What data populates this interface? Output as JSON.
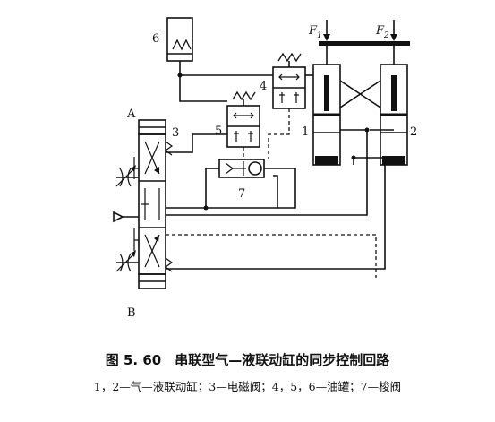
{
  "figure": {
    "labels": {
      "item1": "1",
      "item2": "2",
      "item3": "3",
      "item4": "4",
      "item5": "5",
      "item6": "6",
      "item7": "7",
      "port_a": "A",
      "port_b": "B",
      "force1_letter": "F",
      "force1_sub": "1",
      "force2_letter": "F",
      "force2_sub": "2"
    }
  },
  "caption": {
    "title": "图 5. 60　串联型气—液联动缸的同步控制回路",
    "legend": "1，2—气—液联动缸；3—电磁阀；4，5，6—油罐；7—梭阀"
  }
}
